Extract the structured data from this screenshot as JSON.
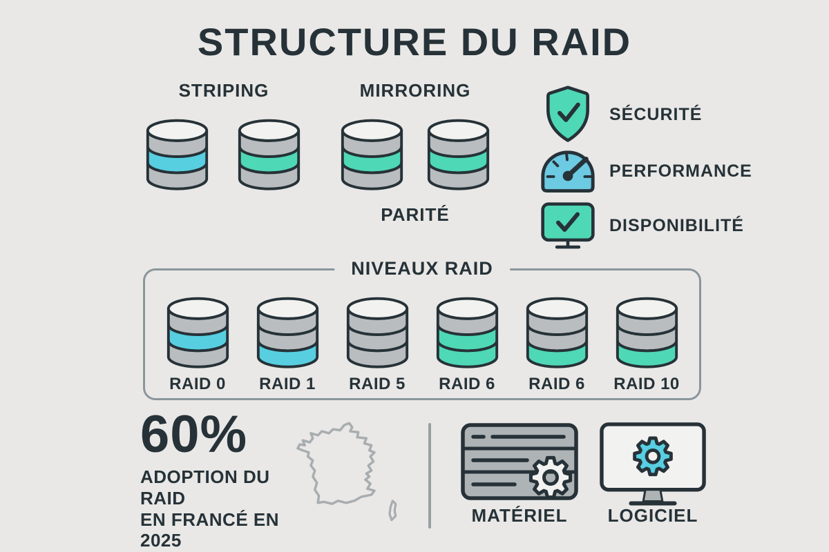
{
  "colors": {
    "bg": "#E9E8E6",
    "ink": "#263238",
    "disk_gray": "#B9BDBF",
    "disk_top": "#F2F2F0",
    "cyan": "#57CFE1",
    "teal": "#4FD8B5",
    "gauge_blue": "#6CCAE2",
    "card_gray": "#AEB3B6",
    "box_border": "#8A959C",
    "map_outline": "#A8ADB0",
    "divider": "#99A0A4"
  },
  "title": "STRUCTURE DU RAID",
  "top": {
    "striping_label": "STRIPING",
    "mirroring_label": "MIRRORING",
    "parite_label": "PARITÉ",
    "striping_disks": [
      {
        "icon": "disk-icon",
        "bands": [
          "gray",
          "cyan",
          "gray"
        ]
      },
      {
        "icon": "disk-icon",
        "bands": [
          "gray",
          "teal",
          "gray"
        ]
      }
    ],
    "mirroring_disks": [
      {
        "icon": "disk-icon",
        "bands": [
          "gray",
          "teal",
          "gray"
        ]
      },
      {
        "icon": "disk-icon",
        "bands": [
          "gray",
          "teal",
          "gray"
        ]
      }
    ]
  },
  "features": [
    {
      "icon": "shield-check-icon",
      "label": "SÉCURITÉ"
    },
    {
      "icon": "speedometer-icon",
      "label": "PERFORMANCE"
    },
    {
      "icon": "monitor-check-icon",
      "label": "DISPONIBILITÉ"
    }
  ],
  "raid_levels": {
    "title": "NIVEAUX RAID",
    "items": [
      {
        "label": "RAID 0",
        "icon": "disk-icon",
        "bands": [
          "gray",
          "cyan",
          "gray"
        ]
      },
      {
        "label": "RAID 1",
        "icon": "disk-icon",
        "bands": [
          "gray",
          "gray",
          "cyan"
        ]
      },
      {
        "label": "RAID 5",
        "icon": "disk-icon",
        "bands": [
          "gray",
          "gray",
          "gray"
        ]
      },
      {
        "label": "RAID 6",
        "icon": "disk-icon",
        "bands": [
          "gray",
          "teal",
          "teal"
        ]
      },
      {
        "label": "RAID 6",
        "icon": "disk-icon",
        "bands": [
          "gray",
          "gray",
          "teal"
        ]
      },
      {
        "label": "RAID 10",
        "icon": "disk-icon",
        "bands": [
          "gray",
          "gray",
          "teal"
        ]
      }
    ]
  },
  "stat": {
    "value": "60%",
    "line1": "ADOPTION DU RAID",
    "line2": "EN FRANCÉ EN 2025",
    "map_icon": "france-map-icon"
  },
  "implementation": {
    "hardware_icon": "server-card-gear-icon",
    "hardware_label": "MATÉRIEL",
    "software_icon": "monitor-gear-icon",
    "software_label": "LOGICIEL"
  }
}
